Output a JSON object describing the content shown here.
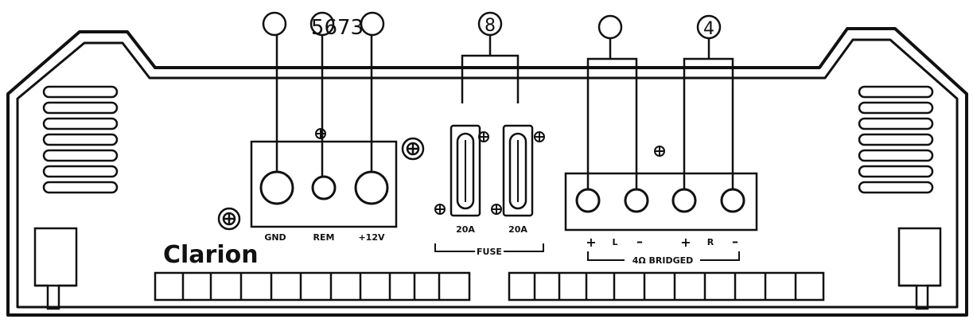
{
  "callouts": {
    "top_left_overlap": "5673",
    "fuse_group": "8",
    "right_speaker_group": "4"
  },
  "brand": {
    "name": "Clarion"
  },
  "power_terminal": {
    "gnd": "GND",
    "rem": "REM",
    "plus12v": "+12V"
  },
  "fuses": {
    "fuse_a": "20A",
    "fuse_b": "20A",
    "caption": "FUSE"
  },
  "speaker_terminal": {
    "left_plus": "+",
    "left_label": "L",
    "left_minus": "–",
    "right_plus": "+",
    "right_label": "R",
    "right_minus": "–",
    "caption": "4Ω BRIDGED"
  },
  "colors": {
    "line": "#111111",
    "background": "#ffffff"
  }
}
